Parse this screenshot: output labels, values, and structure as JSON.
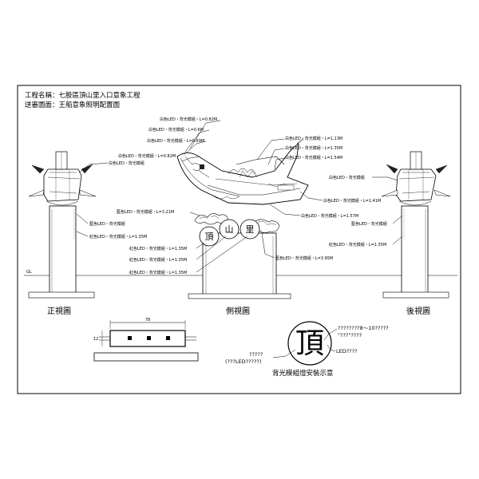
{
  "header": {
    "project_line": "工程名稱：七股區頂山里入口意象工程",
    "drawing_line": "送審圖面：王船意象照明配置圖"
  },
  "ground_label": "GL",
  "views": {
    "front": "正視圖",
    "side": "側視圖",
    "back": "後視圖"
  },
  "front_view_labels": {
    "white_top": "白色LED・背光模組",
    "blue_mid": "藍色LED・背光模組",
    "red_low": "紅色LED・背光模組・L=1.35M"
  },
  "side_view_labels": {
    "left": [
      "白色LED・背光模組・L=0.82M",
      "白色LED・背光模組・L=0.6M",
      "白色LED・背光模組・L=0.69M",
      "白色LED・背光模組・L=0.82M",
      "藍色LED・背光模組・L=3.21M",
      "紅色LED・背光模組・L=1.35M",
      "紅色LED・背光模組・L=1.35M",
      "紅色LED・背光模組・L=1.35M"
    ],
    "right": [
      "白色LED・背光模組・L=1.13M",
      "白色LED・背光模組・L=1.35M",
      "白色LED・背光模組・L=1.54M",
      "白色LED・背光模組・L=1.41M",
      "白色LED・背光模組・L=1.57M",
      "藍色LED・背光模組・L=3.95M"
    ],
    "plaque_chars": [
      "頂",
      "山",
      "里"
    ]
  },
  "back_view_labels": {
    "white_top": "白色LED・背光模組",
    "blue_mid": "藍色LED・背光模組",
    "red_low": "紅色LED・背光模組・L=1.35M"
  },
  "module_detail": {
    "width_dim": "78",
    "height_dim": "12"
  },
  "install_detail": {
    "glyph": "頂",
    "note_top_1": "????????8～10?????",
    "note_top_2": "\"???\"????",
    "note_led": "LED????",
    "note_left_1": "?????",
    "note_left_2": "(???LED?????)",
    "caption": "背光模組燈安裝示意"
  }
}
